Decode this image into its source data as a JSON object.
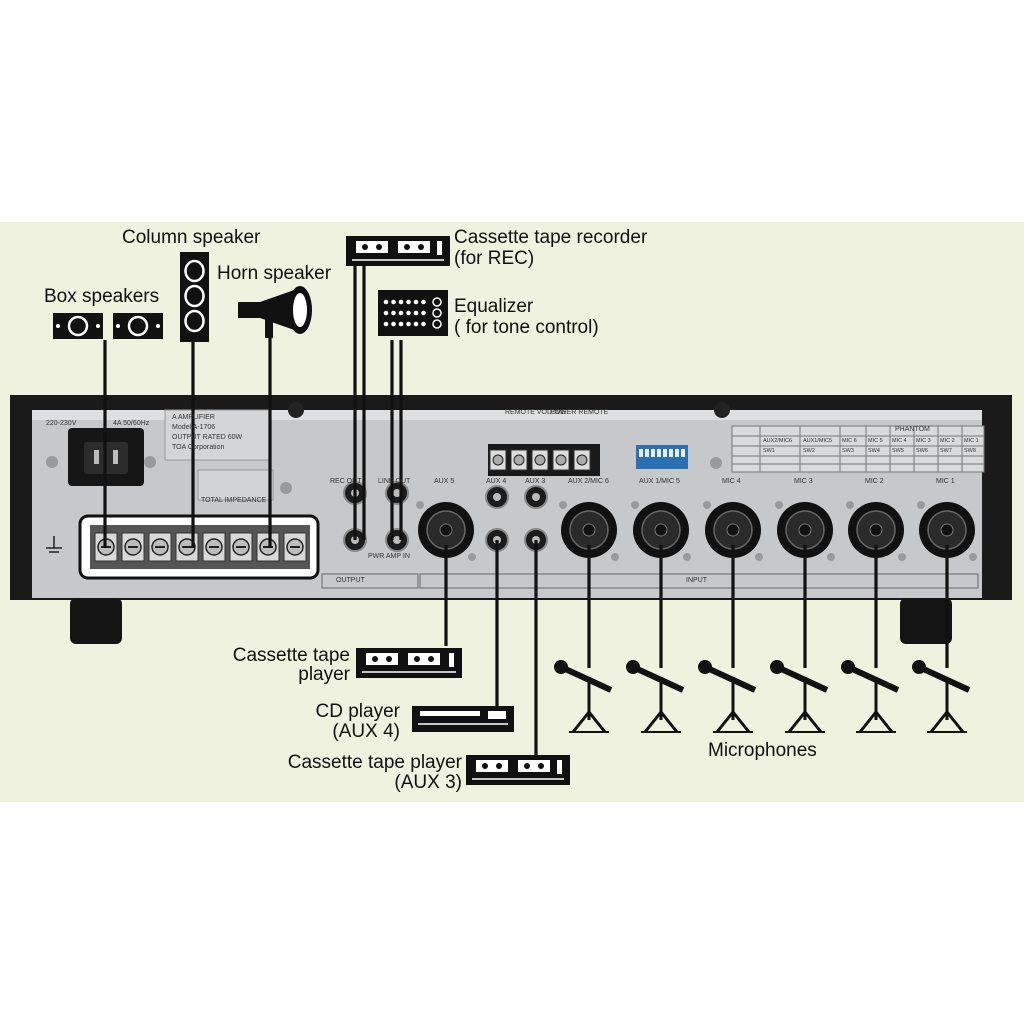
{
  "labels": {
    "column_speaker": "Column speaker",
    "horn_speaker": "Horn speaker",
    "box_speakers": "Box speakers",
    "cassette_recorder_1": "Cassette tape recorder",
    "cassette_recorder_2": "(for REC)",
    "equalizer_1": "Equalizer",
    "equalizer_2": "( for tone control)",
    "cassette_player_1": "Cassette tape",
    "cassette_player_2": "player",
    "cd_player_1": "CD player",
    "cd_player_2": "(AUX 4)",
    "cassette_player_aux3_1": "Cassette tape player",
    "cassette_player_aux3_2": "(AUX 3)",
    "microphones": "Microphones"
  },
  "panel": {
    "power_spec_left": "220-230V",
    "power_spec_right": "4A 50/60Hz",
    "label_lines": [
      "A AMPLIFIER",
      "Model A-1706",
      "OUTPUT RATED 60W",
      "TOA Corporation"
    ],
    "impedance": "TOTAL IMPEDANCE",
    "rec_out": "REC OUT",
    "line_out": "LINE OUT",
    "pwr_amp_in": "PWR AMP IN",
    "remote_volume": "REMOTE VOLUME",
    "power_remote": "POWER REMOTE",
    "output": "OUTPUT",
    "input": "INPUT",
    "jacks": [
      "AUX 5",
      "AUX 4",
      "AUX 3",
      "AUX 2/MIC 6",
      "AUX 1/MIC 5",
      "MIC 4",
      "MIC 3",
      "MIC 2",
      "MIC 1"
    ],
    "phantom": "PHANTOM",
    "sw_table_row1": [
      "AUX2/MIC6",
      "AUX1/MIC5",
      "MIC 6",
      "MIC 5",
      "MIC 4",
      "MIC 3",
      "MIC 2",
      "MIC 1"
    ],
    "sw_table_row2": [
      "SW1",
      "SW2",
      "SW3",
      "SW4",
      "SW5",
      "SW6",
      "SW7",
      "SW8"
    ]
  }
}
